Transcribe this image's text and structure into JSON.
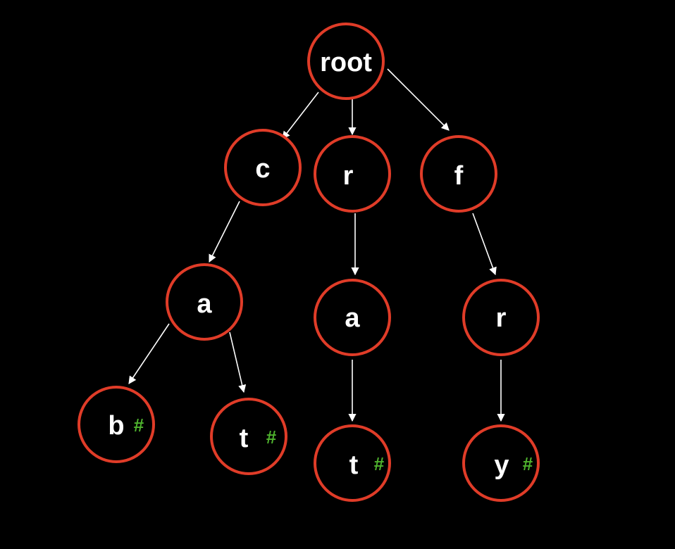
{
  "title": "Trie",
  "colors": {
    "node_border": "#e03c28",
    "end_marker": "#4fb32e",
    "background": "#000000",
    "edge": "#ffffff"
  },
  "end_marker": "#",
  "nodes": {
    "root": "root",
    "c": "c",
    "r1": "r",
    "f": "f",
    "a1": "a",
    "a2": "a",
    "r2": "r",
    "b": "b",
    "t1": "t",
    "t2": "t",
    "y": "y"
  }
}
